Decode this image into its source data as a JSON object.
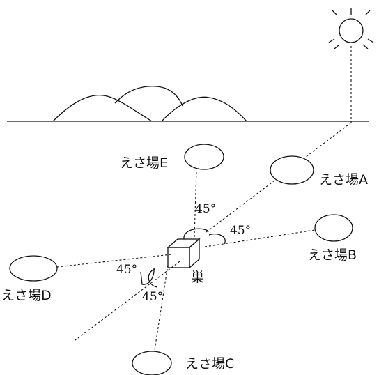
{
  "labels": {
    "site_a": "えさ場A",
    "site_b": "えさ場B",
    "site_c": "えさ場C",
    "site_d": "えさ場D",
    "site_e": "えさ場E",
    "nest": "巣"
  },
  "angles": {
    "upper": "45°",
    "right": "45°",
    "left": "45°",
    "lower": "45°"
  }
}
